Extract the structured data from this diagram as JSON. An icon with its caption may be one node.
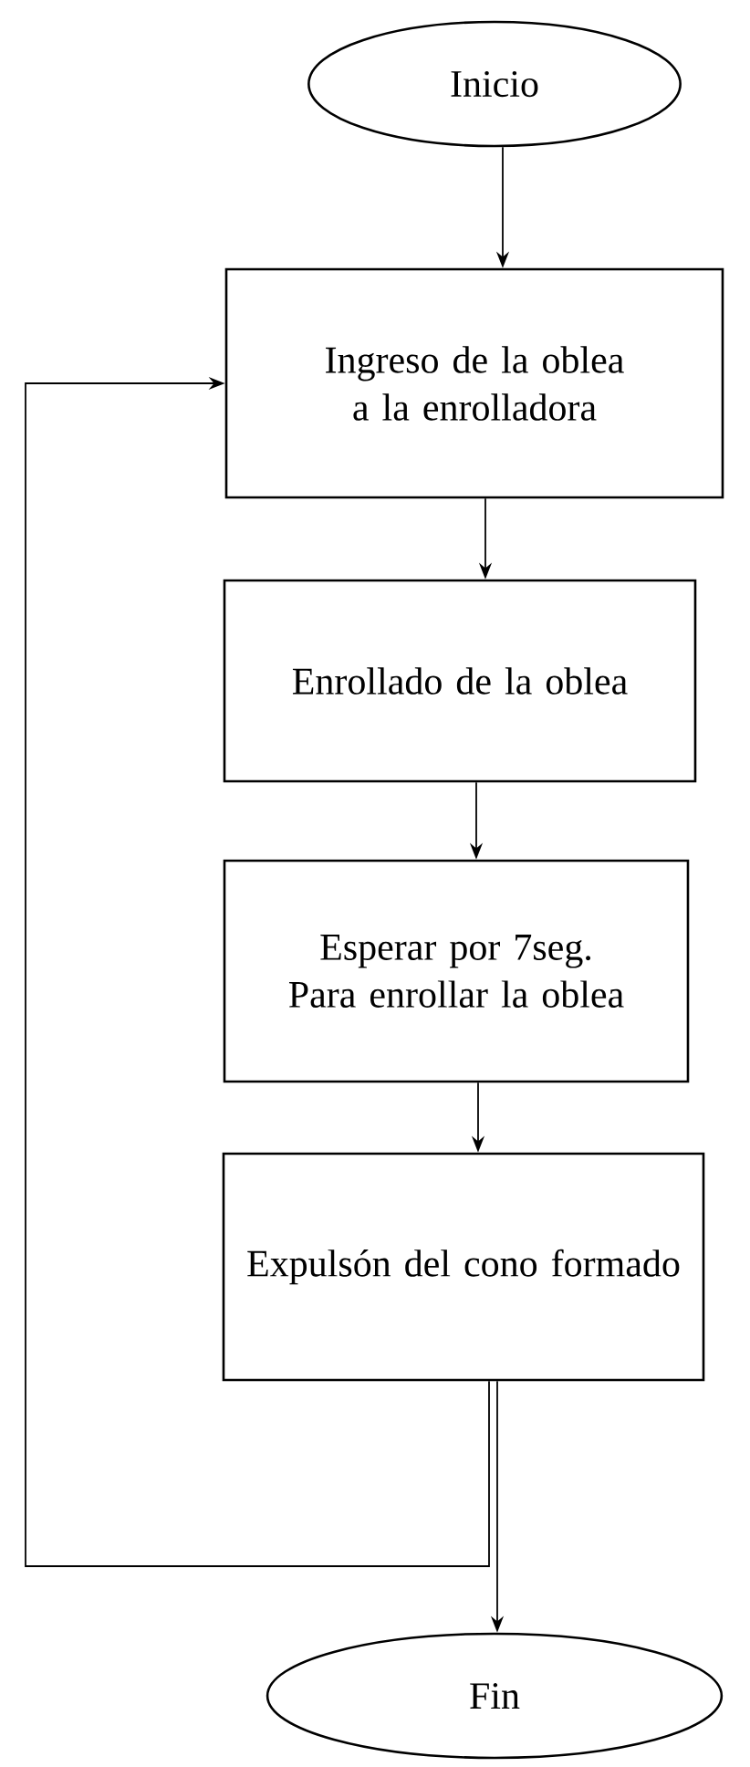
{
  "diagram": {
    "nodes": [
      {
        "text": [
          "Inicio"
        ]
      },
      {
        "text": [
          "Ingreso de la oblea a la enrolladora"
        ]
      },
      {
        "text": [
          "Enrollado de la oblea"
        ]
      },
      {
        "text": [
          "Esperar por 7seg. Para enrollar la oblea"
        ]
      },
      {
        "text": [
          "Expulsón del cono formado"
        ]
      },
      {
        "text": [
          "Fin"
        ]
      }
    ],
    "edges": [
      {
        "from": 0,
        "to": 1,
        "arrow": "to"
      },
      {
        "from": 1,
        "to": 2,
        "arrow": "to"
      },
      {
        "from": 2,
        "to": 3,
        "arrow": "to"
      },
      {
        "from": 3,
        "to": 4,
        "arrow": "to"
      },
      {
        "from": 4,
        "to": 5,
        "arrow": "to"
      },
      {
        "from": 4,
        "to": 1,
        "arrow": "to"
      }
    ]
  }
}
